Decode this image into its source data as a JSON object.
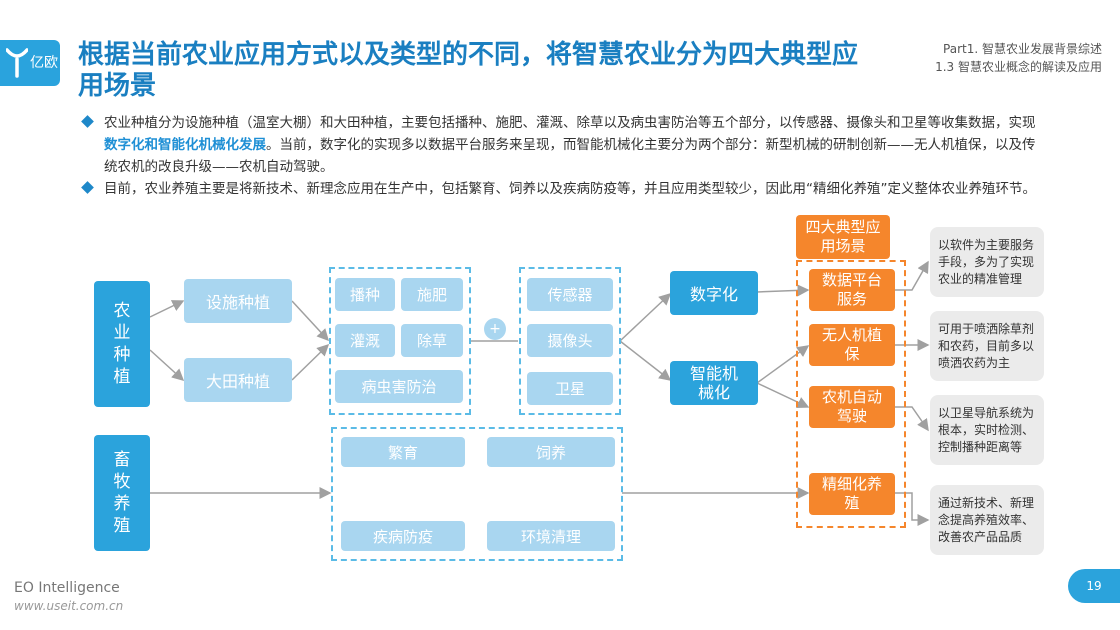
{
  "header": {
    "logo_text": "亿欧",
    "title": "根据当前农业应用方式以及类型的不同，将智慧农业分为四大典型应用场景",
    "part_line1": "Part1. 智慧农业发展背景综述",
    "part_line2": "1.3 智慧农业概念的解读及应用"
  },
  "bullets": {
    "b1_pre": "农业种植分为设施种植（温室大棚）和大田种植，主要包括播种、施肥、灌溉、除草以及病虫害防治等五个部分，以传感器、摄像头和卫星等收集数据，实现",
    "b1_highlight": "数字化和智能化机械化发展",
    "b1_post": "。当前，数字化的实现多以数据平台服务来呈现，而智能机械化主要分为两个部分：新型机械的研制创新——无人机植保，以及传统农机的改良升级——农机自动驾驶。",
    "b2": "目前，农业养殖主要是将新技术、新理念应用在生产中，包括繁育、饲养以及疾病防疫等，并且应用类型较少，因此用“精细化养殖”定义整体农业养殖环节。"
  },
  "diagram": {
    "farming": "农业种植",
    "livestock": "畜牧养殖",
    "facility": "设施种植",
    "field": "大田种植",
    "sowing": "播种",
    "fertilizing": "施肥",
    "irrigation": "灌溉",
    "weeding": "除草",
    "pest": "病虫害防治",
    "plus": "+",
    "sensor": "传感器",
    "camera": "摄像头",
    "satellite": "卫星",
    "digital": "数字化",
    "smart_mech": "智能机械化",
    "breeding": "繁育",
    "feeding": "饲养",
    "disease": "疾病防疫",
    "cleaning": "环境清理",
    "scenes_title": "四大典型应用场景",
    "scene1": "数据平台服务",
    "scene2": "无人机植保",
    "scene3": "农机自动驾驶",
    "scene4": "精细化养殖",
    "note1": "以软件为主要服务手段，多为了实现农业的精准管理",
    "note2": "可用于喷洒除草剂和农药，目前多以喷洒农药为主",
    "note3": "以卫星导航系统为根本，实时检测、控制播种距离等",
    "note4": "通过新技术、新理念提高养殖效率、改善农产品品质"
  },
  "footer": {
    "brand": "EO Intelligence",
    "url": "www.useit.com.cn",
    "page": "19"
  },
  "colors": {
    "dark_blue": "#2ba3dc",
    "light_blue": "#a9d6f0",
    "orange": "#f5862c",
    "grey": "#ebebeb",
    "title_blue": "#1a7fc1"
  }
}
